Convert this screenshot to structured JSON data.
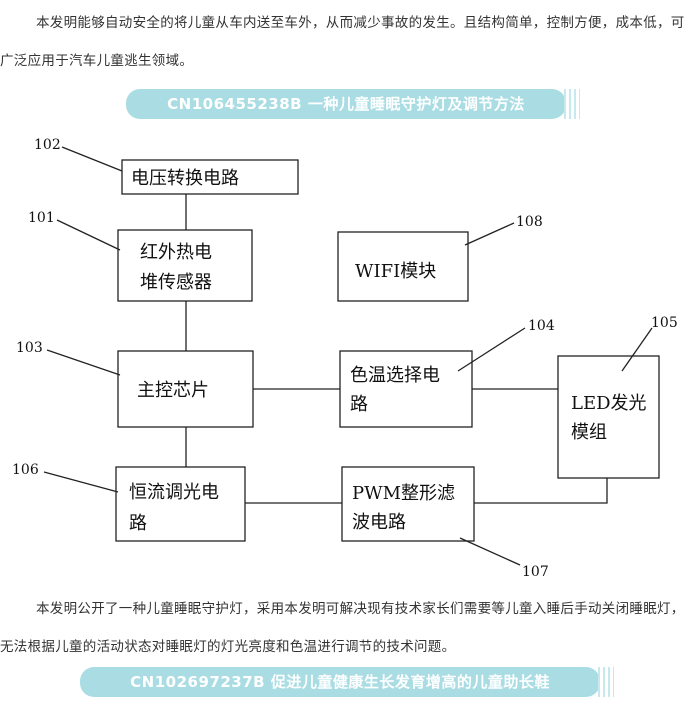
{
  "paragraph_1": "本发明能够自动安全的将儿童从车内送至车外，从而减少事故的发生。且结构简单，控制方便，成本低，可广泛应用于汽车儿童逃生领域。",
  "banner_1": "CN106455238B 一种儿童睡眠守护灯及调节方法",
  "diagram": {
    "voltage_circuit": [
      "电压转换电路"
    ],
    "ir_sensor": [
      "红外热电",
      "堆传感器"
    ],
    "wifi_module": [
      "WIFI模块"
    ],
    "main_chip": [
      "主控芯片"
    ],
    "color_temp_circuit": [
      "色温选择电",
      "路"
    ],
    "led_module": [
      "LED发光",
      "模组"
    ],
    "dimming_circuit": [
      "恒流调光电",
      "路"
    ],
    "pwm_circuit": [
      "PWM整形滤",
      "波电路"
    ],
    "labels": {
      "voltage_circuit": "102",
      "ir_sensor": "101",
      "main_chip": "103",
      "dimming_circuit": "106",
      "wifi_module": "108",
      "color_temp_circuit": "104",
      "led_module": "105",
      "pwm_circuit": "107"
    }
  },
  "paragraph_2": "本发明公开了一种儿童睡眠守护灯，采用本发明可解决现有技术家长们需要等儿童入睡后手动关闭睡眠灯，无法根据儿童的活动状态对睡眠灯的灯光亮度和色温进行调节的技术问题。",
  "banner_2": "CN102697237B 促进儿童健康生长发育增高的儿童助长鞋"
}
